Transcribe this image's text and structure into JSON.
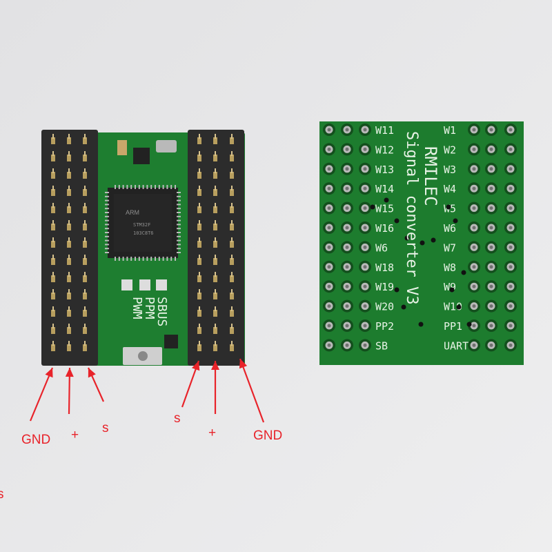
{
  "photo": {
    "background_color": "#e9e9ea",
    "pcb_color": "#1d7d2e",
    "arrow_color": "#e8232a"
  },
  "left_board": {
    "silkscreen": [
      "SBUS",
      "PPM",
      "PWM"
    ],
    "pin_labels": [
      "GND",
      "+",
      "s",
      "s",
      "+",
      "GND"
    ]
  },
  "right_board": {
    "title_lines": [
      "RMILEC",
      "Signal converter V3"
    ],
    "left_column_labels": [
      "W11",
      "W12",
      "W13",
      "W14",
      "W15",
      "W16",
      "W6",
      "W18",
      "W19",
      "W20",
      "PP2",
      "SB"
    ],
    "right_column_labels": [
      "W1",
      "W2",
      "W3",
      "W4",
      "W5",
      "W6",
      "W7",
      "W8",
      "W9",
      "W10",
      "PP1",
      "UART"
    ]
  },
  "edge_fragment": "s"
}
